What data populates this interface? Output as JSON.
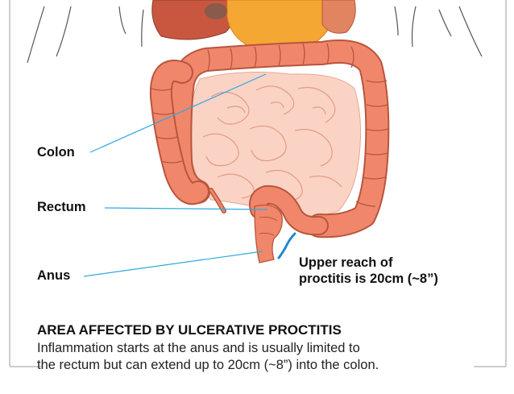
{
  "labels": {
    "colon": "Colon",
    "rectum": "Rectum",
    "anus": "Anus"
  },
  "annotation": {
    "line1": "Upper reach of",
    "line2": "proctitis is 20cm (~8”)"
  },
  "caption": {
    "title": "AREA AFFECTED BY ULCERATIVE PROCTITIS",
    "line1": "Inflammation starts at the anus and is usually limited to",
    "line2": "the rectum but can extend up to 20cm (~8”) into the colon."
  },
  "colors": {
    "colon_fill": "#F0876B",
    "colon_stroke": "#B8553E",
    "small_intestine": "#FBD3C4",
    "leader_line": "#2FA9DF",
    "highlight": "#1E88D0",
    "stomach": "#F5A733",
    "frame": "#BDBDBD"
  }
}
